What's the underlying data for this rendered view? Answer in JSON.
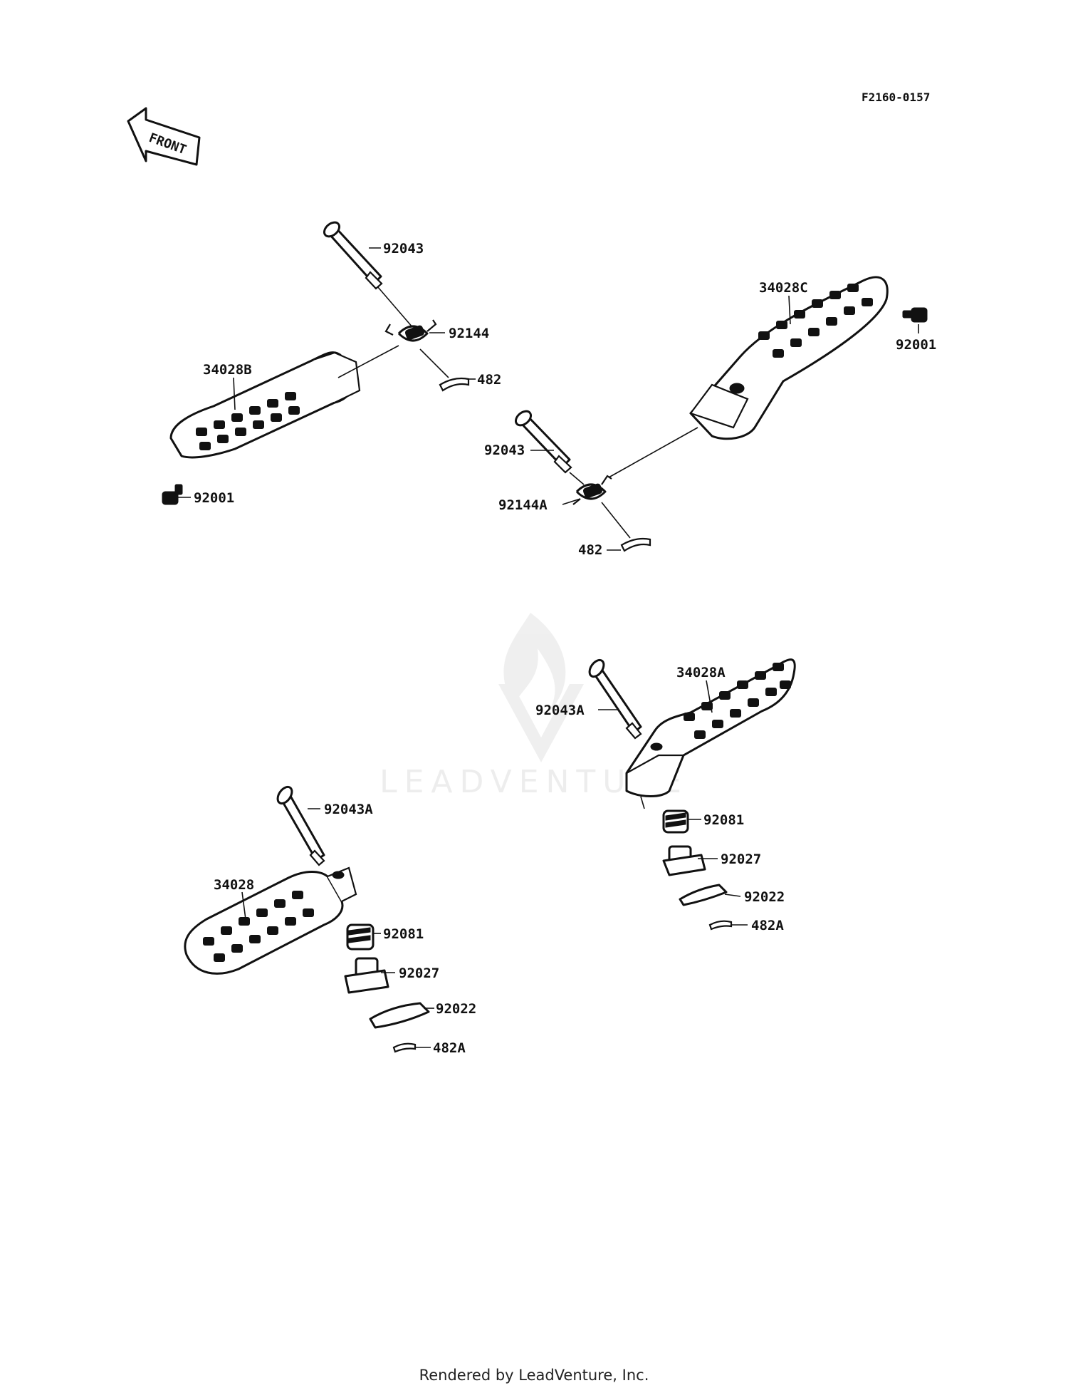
{
  "diagram_code": "F2160-0157",
  "front_label": "FRONT",
  "watermark": "LEADVENTURE",
  "footer": "Rendered by LeadVenture, Inc.",
  "callouts": {
    "a1": "92043",
    "a2": "92144",
    "a3": "482",
    "a4": "34028B",
    "a5": "92001",
    "b1": "34028C",
    "b2": "92001",
    "b3": "92043",
    "b4": "92144A",
    "b5": "482",
    "c1": "92043A",
    "c2": "34028A",
    "c3": "92081",
    "c4": "92027",
    "c5": "92022",
    "c6": "482A",
    "d1": "92043A",
    "d2": "34028",
    "d3": "92081",
    "d4": "92027",
    "d5": "92022",
    "d6": "482A"
  }
}
